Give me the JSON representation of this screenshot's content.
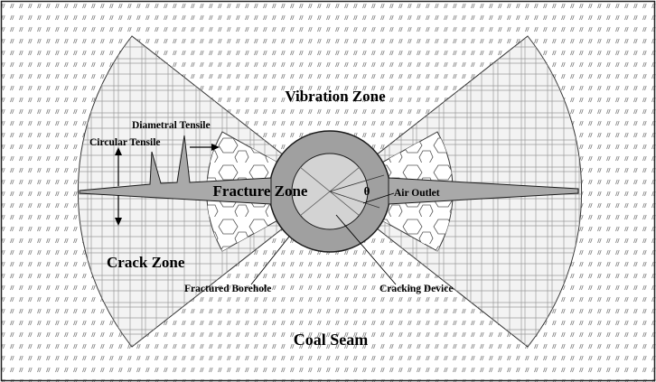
{
  "labels": {
    "vibration_zone": "Vibration Zone",
    "diametral_tensile": "Diametral Tensile",
    "circular_tensile": "Circular Tensile",
    "fracture_zone": "Fracture Zone",
    "theta": "θ",
    "air_outlet": "Air Outlet",
    "crack_zone": "Crack Zone",
    "fractured_borehole": "Fractured Borehole",
    "cracking_device": "Cracking Device",
    "coal_seam": "Coal Seam"
  },
  "colors": {
    "background": "#ffffff",
    "hatch": "#7a7a7a",
    "crack_zone_fill": "#f3f3f3",
    "fracture_core": "#a9a9a9",
    "fracture_ring": "#a0a0a0",
    "device": "#d3d3d3",
    "outline": "#1a1a1a"
  }
}
